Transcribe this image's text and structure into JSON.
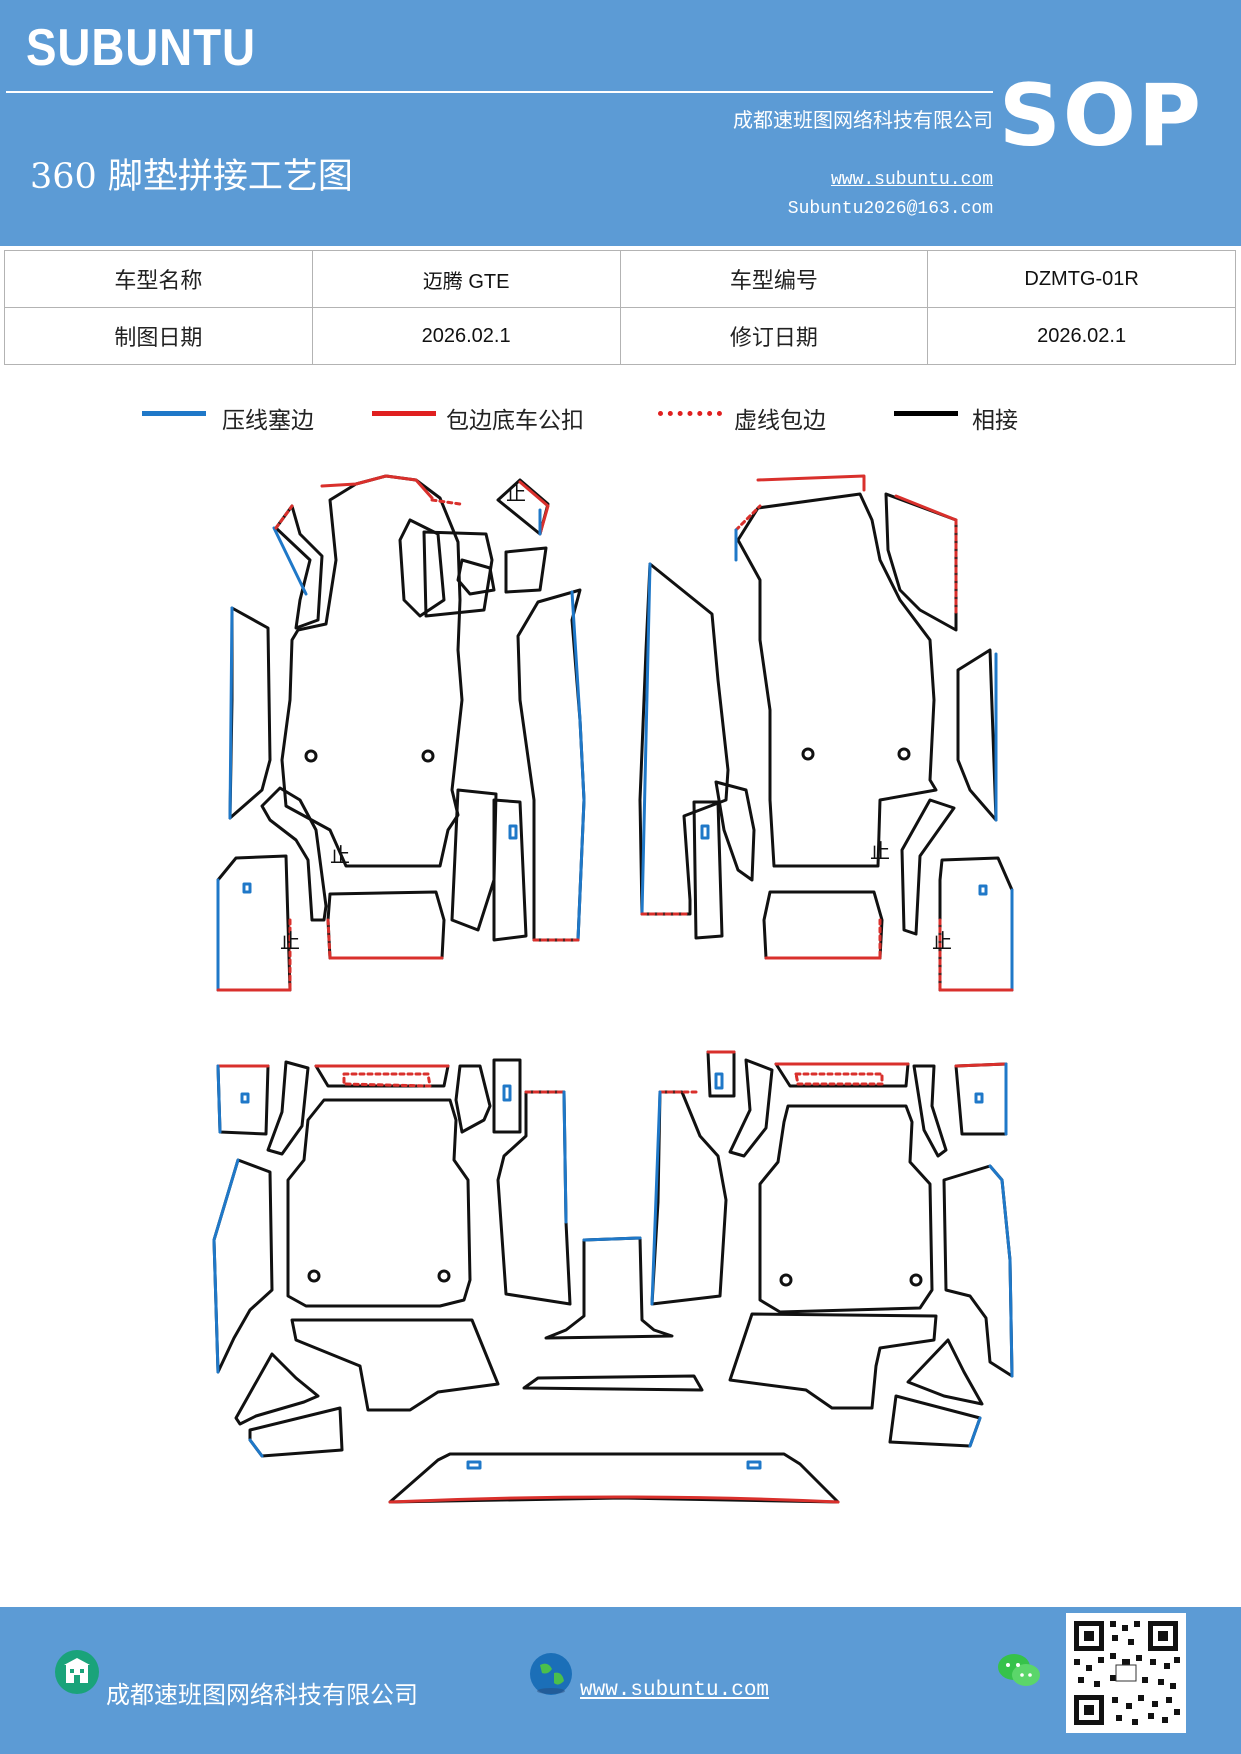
{
  "header": {
    "brand": "SUBUNTU",
    "company": "成都速班图网络科技有限公司",
    "title": "360 脚垫拼接工艺图",
    "website": "www.subuntu.com",
    "email": "Subuntu2026@163.com",
    "badge": "SOP"
  },
  "info": {
    "model_name_label": "车型名称",
    "model_name": "迈腾 GTE",
    "model_code_label": "车型编号",
    "model_code": "DZMTG-01R",
    "draw_date_label": "制图日期",
    "draw_date": "2026.02.1",
    "revise_date_label": "修订日期",
    "revise_date": "2026.02.1"
  },
  "legend": [
    {
      "label": "压线塞边",
      "color": "#1f78c8",
      "style": "solid"
    },
    {
      "label": "包边底车公扣",
      "color": "#e02020",
      "style": "solid"
    },
    {
      "label": "虚线包边",
      "color": "#e02020",
      "style": "dotted"
    },
    {
      "label": "相接",
      "color": "#000000",
      "style": "solid"
    }
  ],
  "drawing": {
    "stop_mark": "止",
    "colors": {
      "blue": "#1f78c8",
      "red": "#d9302c",
      "black": "#111111"
    }
  },
  "footer": {
    "company": "成都速班图网络科技有限公司",
    "website": "www.subuntu.com",
    "icons": [
      "building-icon",
      "globe-icon",
      "wechat-icon",
      "qr-code"
    ]
  }
}
